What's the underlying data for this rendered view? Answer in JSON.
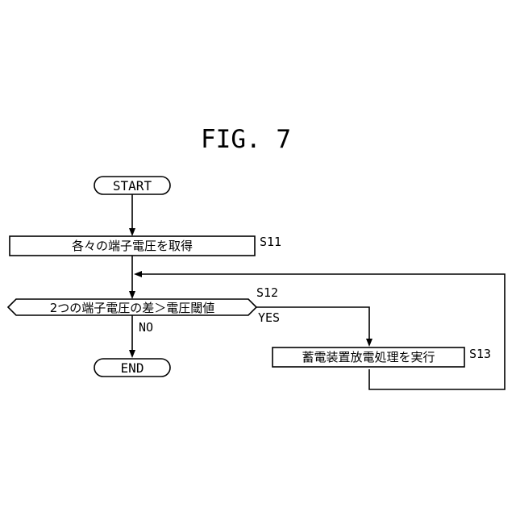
{
  "figure": {
    "title": "FIG. 7"
  },
  "flowchart": {
    "start": {
      "label": "START"
    },
    "s11": {
      "label": "各々の端子電圧を取得",
      "step": "S11"
    },
    "s12": {
      "label": "2つの端子電圧の差＞電圧閾値",
      "step": "S12",
      "yes_label": "YES",
      "no_label": "NO"
    },
    "s13": {
      "label": "蓄電装置放電処理を実行",
      "step": "S13"
    },
    "end": {
      "label": "END"
    }
  }
}
